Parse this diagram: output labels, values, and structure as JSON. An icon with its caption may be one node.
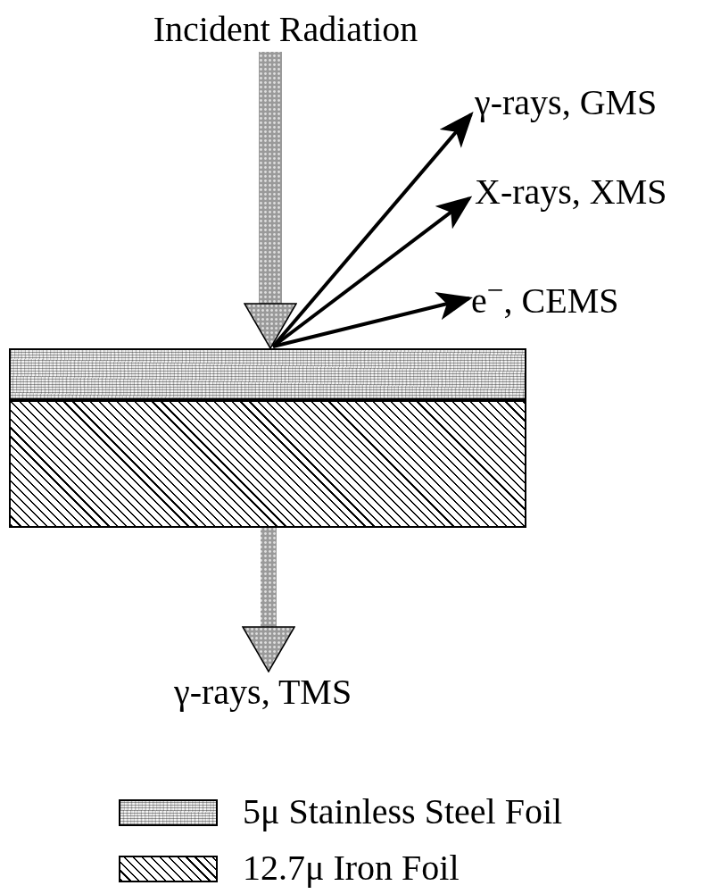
{
  "diagram": {
    "nodes": [
      {
        "text": [
          "Incident Radiation"
        ]
      },
      {
        "text": [
          "γ-rays, GMS"
        ]
      },
      {
        "text": [
          "X-rays, XMS"
        ]
      },
      {
        "text": [
          "e$^{−}$, CEMS"
        ]
      },
      {
        "text": [],
        "shape": "box"
      },
      {
        "text": [],
        "shape": "box"
      },
      {
        "text": [
          "γ-rays, TMS"
        ]
      }
    ],
    "edges": [
      {
        "from": 0,
        "to": 4,
        "arrow": "to",
        "style": "thick"
      },
      {
        "from": 4,
        "to": 1,
        "arrow": "to"
      },
      {
        "from": 4,
        "to": 2,
        "arrow": "to"
      },
      {
        "from": 4,
        "to": 3,
        "arrow": "to"
      },
      {
        "from": 5,
        "to": 6,
        "arrow": "to",
        "style": "thick"
      }
    ],
    "legend": [
      {
        "text": "5μ Stainless Steel Foil"
      },
      {
        "text": "12.7μ Iron Foil"
      }
    ]
  }
}
